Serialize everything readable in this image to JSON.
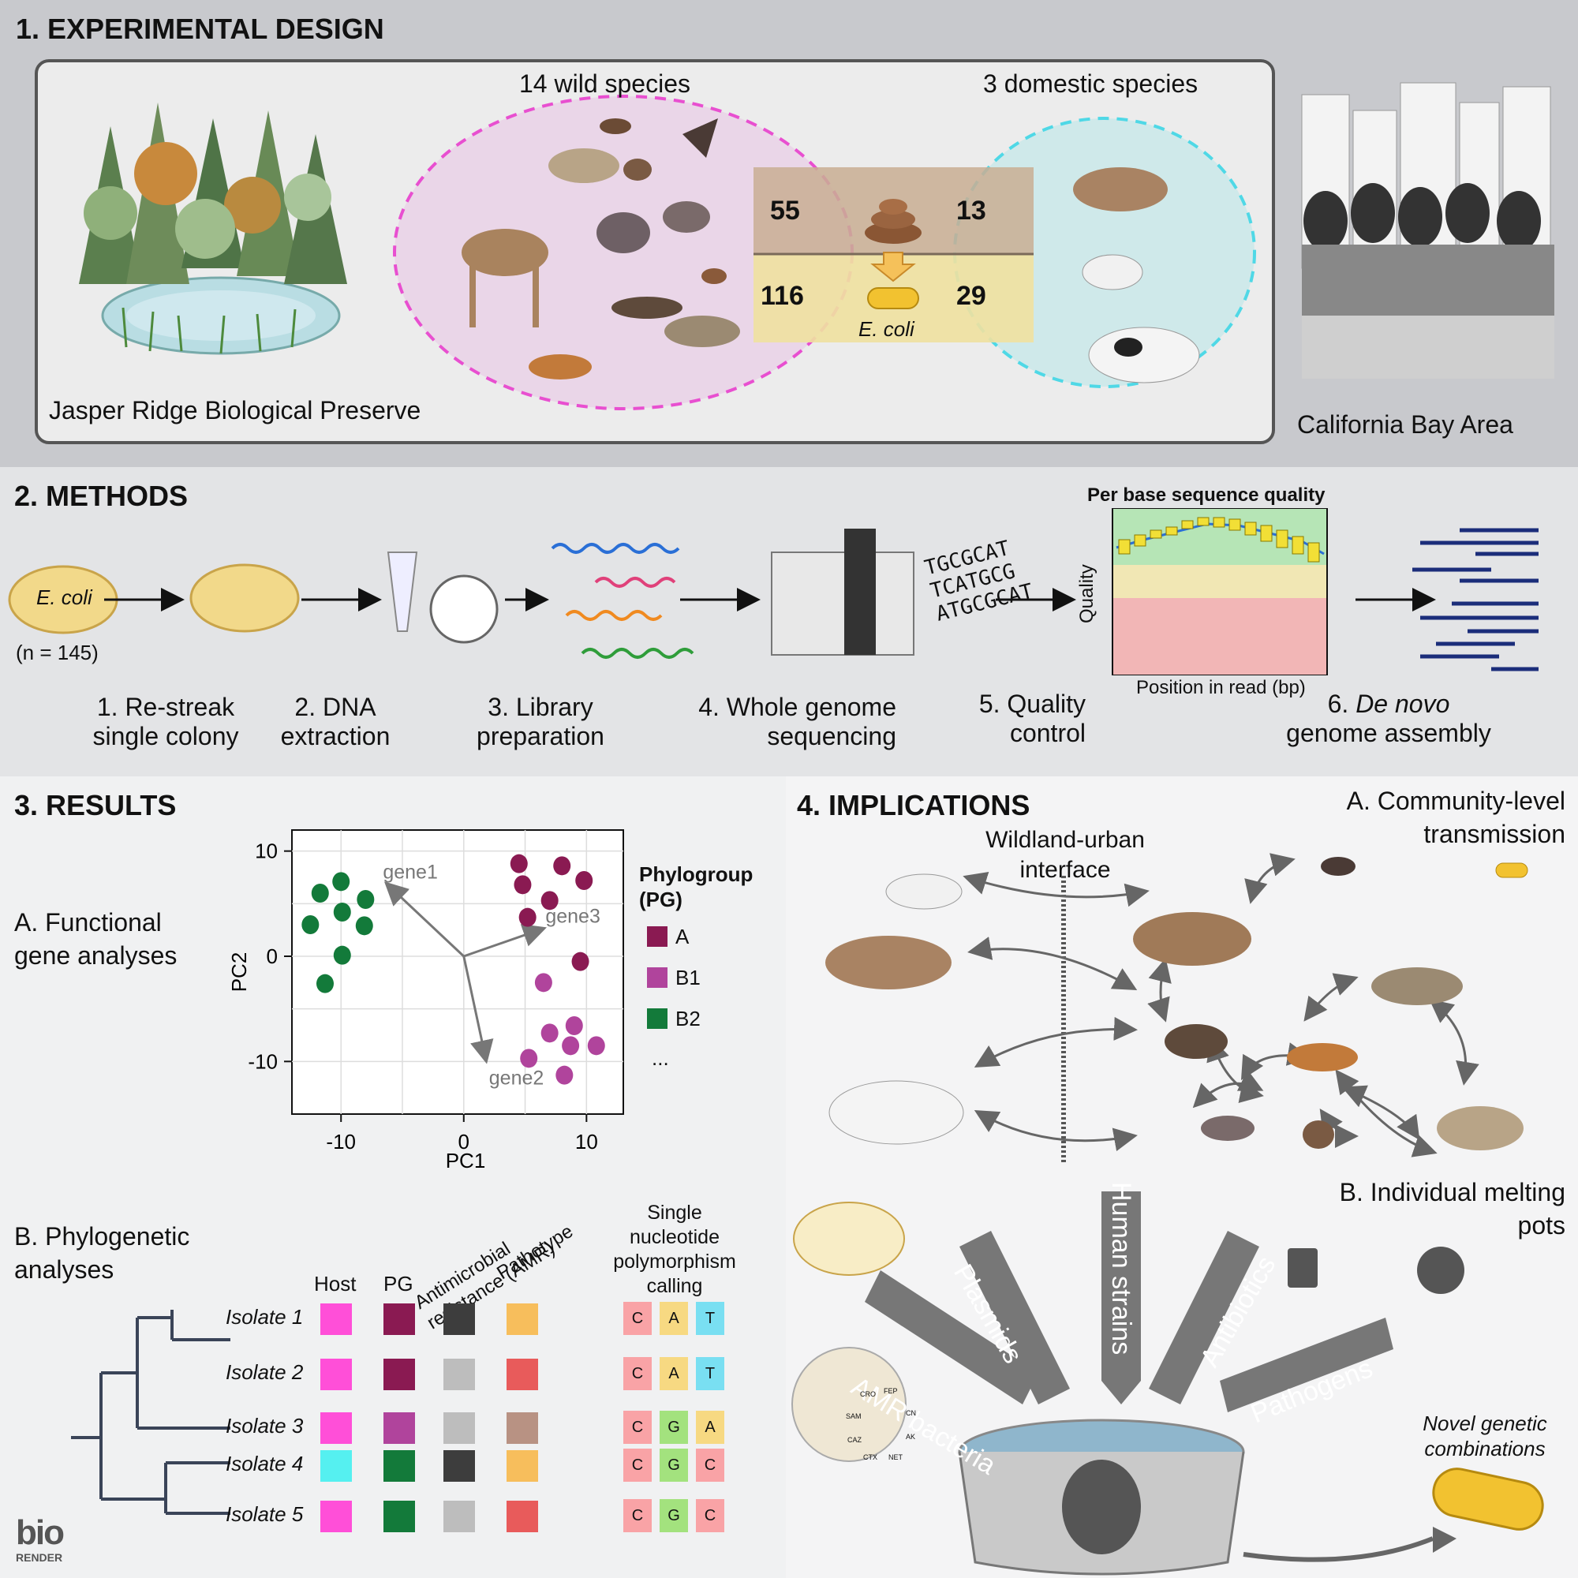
{
  "section1": {
    "title": "1.  EXPERIMENTAL DESIGN",
    "wild_label": "14 wild species",
    "domestic_label": "3 domestic species",
    "preserve_label": "Jasper Ridge Biological Preserve",
    "bay_label": "California Bay Area",
    "counts": {
      "wild_feces": "55",
      "domestic_feces": "13",
      "wild_ecoli": "116",
      "domestic_ecoli": "29"
    },
    "ecoli_label": "E. coli"
  },
  "section2": {
    "title": "2. METHODS",
    "ecoli_plate": "E. coli",
    "n_label": "(n = 145)",
    "chart_title": "Per base sequence quality",
    "chart_ylabel": "Quality",
    "chart_xlabel": "Position in read (bp)",
    "sequence_lines": [
      "TGCGCAT",
      "TCATGCG",
      "ATGCGCAT"
    ],
    "steps": [
      {
        "line1": "1. Re-streak",
        "line2": "single colony"
      },
      {
        "line1": "2. DNA",
        "line2": "extraction"
      },
      {
        "line1": "3. Library",
        "line2": "preparation"
      },
      {
        "line1": "4. Whole genome",
        "line2": "sequencing"
      },
      {
        "line1": "5. Quality",
        "line2": "control"
      },
      {
        "line1_prefix": "6. ",
        "line1_italic": "De novo",
        "line2": "genome assembly"
      }
    ]
  },
  "section3": {
    "title": "3. RESULTS",
    "functional_label_1": "A. Functional",
    "functional_label_2": "gene analyses",
    "phylo_label_1": "B. Phylogenetic",
    "phylo_label_2": "analyses",
    "legend_title_1": "Phylogroup",
    "legend_title_2": "(PG)",
    "legend_items": [
      {
        "label": "A",
        "color": "#8a1a52"
      },
      {
        "label": "B1",
        "color": "#b0449c"
      },
      {
        "label": "B2",
        "color": "#137a3a"
      }
    ],
    "legend_more": "...",
    "columns": {
      "host": "Host",
      "pg": "PG",
      "amr": "Antimicrobial resistance (AMR)",
      "pathotype": "Pathotype",
      "snp_1": "Single",
      "snp_2": "nucleotide",
      "snp_3": "polymorphism",
      "snp_4": "calling"
    },
    "isolates": [
      {
        "name": "Isolate 1",
        "host": "#ff4fd8",
        "pg": "#8a1a52",
        "amr": "#3d3d3d",
        "path": "#f7be5c",
        "snp": [
          "C",
          "A",
          "T"
        ]
      },
      {
        "name": "Isolate 2",
        "host": "#ff4fd8",
        "pg": "#8a1a52",
        "amr": "#bdbdbd",
        "path": "#e85b5b",
        "snp": [
          "C",
          "A",
          "T"
        ]
      },
      {
        "name": "Isolate 3",
        "host": "#ff4fd8",
        "pg": "#b0449c",
        "amr": "#bdbdbd",
        "path": "#b89283",
        "snp": [
          "C",
          "G",
          "A"
        ]
      },
      {
        "name": "Isolate 4",
        "host": "#55f0f0",
        "pg": "#137a3a",
        "amr": "#3d3d3d",
        "path": "#f7be5c",
        "snp": [
          "C",
          "G",
          "C"
        ]
      },
      {
        "name": "Isolate 5",
        "host": "#ff4fd8",
        "pg": "#137a3a",
        "amr": "#bdbdbd",
        "path": "#e85b5b",
        "snp": [
          "C",
          "G",
          "C"
        ]
      }
    ],
    "snp_colors": {
      "C": "#f9a3a6",
      "A": "#f7d982",
      "T": "#79dff2",
      "G": "#a3e27e"
    }
  },
  "chart_data": {
    "type": "scatter",
    "xlabel": "PC1",
    "ylabel": "PC2",
    "xlim": [
      -14,
      13
    ],
    "ylim": [
      -15,
      12
    ],
    "xticks": [
      -10,
      0,
      10
    ],
    "yticks": [
      10,
      0,
      -10
    ],
    "grid": true,
    "series": [
      {
        "name": "A",
        "color": "#8a1a52",
        "points": [
          [
            4.5,
            8.8
          ],
          [
            8,
            8.6
          ],
          [
            9.8,
            7.2
          ],
          [
            4.8,
            6.8
          ],
          [
            7,
            5.3
          ],
          [
            5.2,
            3.7
          ],
          [
            9.5,
            -0.5
          ]
        ]
      },
      {
        "name": "B1",
        "color": "#b0449c",
        "points": [
          [
            6.5,
            -2.5
          ],
          [
            9,
            -6.6
          ],
          [
            7,
            -7.3
          ],
          [
            8.7,
            -8.5
          ],
          [
            10.8,
            -8.5
          ],
          [
            5.3,
            -9.7
          ],
          [
            8.2,
            -11.3
          ]
        ]
      },
      {
        "name": "B2",
        "color": "#137a3a",
        "points": [
          [
            -10,
            7.1
          ],
          [
            -11.7,
            6
          ],
          [
            -8,
            5.4
          ],
          [
            -9.9,
            4.2
          ],
          [
            -12.5,
            3
          ],
          [
            -8.1,
            2.9
          ],
          [
            -9.9,
            0.1
          ],
          [
            -11.3,
            -2.6
          ]
        ]
      }
    ],
    "loadings": [
      {
        "label": "gene1",
        "x": -6.2,
        "y": 6.8
      },
      {
        "label": "gene3",
        "x": 6.4,
        "y": 2.6
      },
      {
        "label": "gene2",
        "x": 1.8,
        "y": -9.8
      }
    ]
  },
  "section4": {
    "title": "4. IMPLICATIONS",
    "community_1": "A. Community-level",
    "community_2": "transmission",
    "interface_1": "Wildland-urban",
    "interface_2": "interface",
    "melting_1": "B. Individual melting",
    "melting_2": "pots",
    "arrows": [
      "AMR bacteria",
      "Plasmids",
      "Human strains",
      "Antibiotics",
      "Pathogens"
    ],
    "novel_1": "Novel genetic",
    "novel_2": "combinations",
    "amr_plate_labels": [
      "CRO",
      "FEP",
      "SAM",
      "CN",
      "CAZ",
      "AK",
      "CTX",
      "NET"
    ]
  },
  "logo": {
    "top": "bio",
    "bottom": "RENDER"
  }
}
